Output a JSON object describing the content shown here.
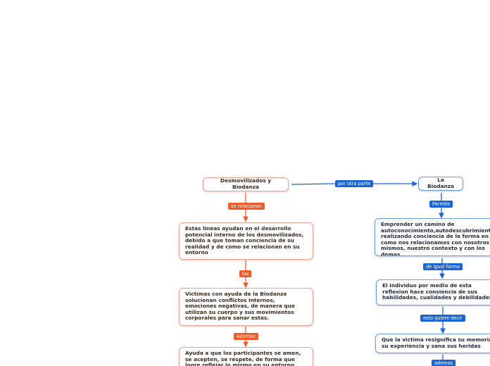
{
  "nodes": {
    "desmovilizados": "Desmovilizados y Biodanza",
    "biodanza": "La Biodanza",
    "lineas": "Estas lineas ayudan en el desarrollo potencial interno de los desmovilizados, debido a que toman conciencia de su realidad y de como se relacionan en su entorno",
    "victimas": "Victimas con ayuda de la Biodanza solucionan conflictos internos, emociones negativas, de manera que utilizan su cuerpo y sus movimientos corporales para sanar estas.",
    "participantes": "Ayuda a que los participantes se amen, se acepten, se respete, de forma que logre reflejar lo mismo en su entorno social para",
    "emprender": "Emprender un camino de autoconocimiento,autodescubrimiento realizando conciencia de la forma en como nos relacionamos con nosotros mismos, nuestro contexto y con los demas",
    "individuo": "El individuo por medio de esta reflexion hace consiencia de sus habilidades, cualidades y debilidades,",
    "resignifica": "Que la victima resignifica su memoria, su experiencia y sana sus heridas"
  },
  "labels": {
    "por_otra_parte": "por otra parte",
    "se_relacionan": "se relacionan",
    "las": "las",
    "ademas_orange": "Ademas",
    "permite": "Permite",
    "de_igual_forma": "de igual forma",
    "esto_quiere_decir": "esto quiere decir",
    "ademas_blue": "ademas"
  },
  "colors": {
    "orange": "#f05a28",
    "blue": "#1a64d6"
  }
}
